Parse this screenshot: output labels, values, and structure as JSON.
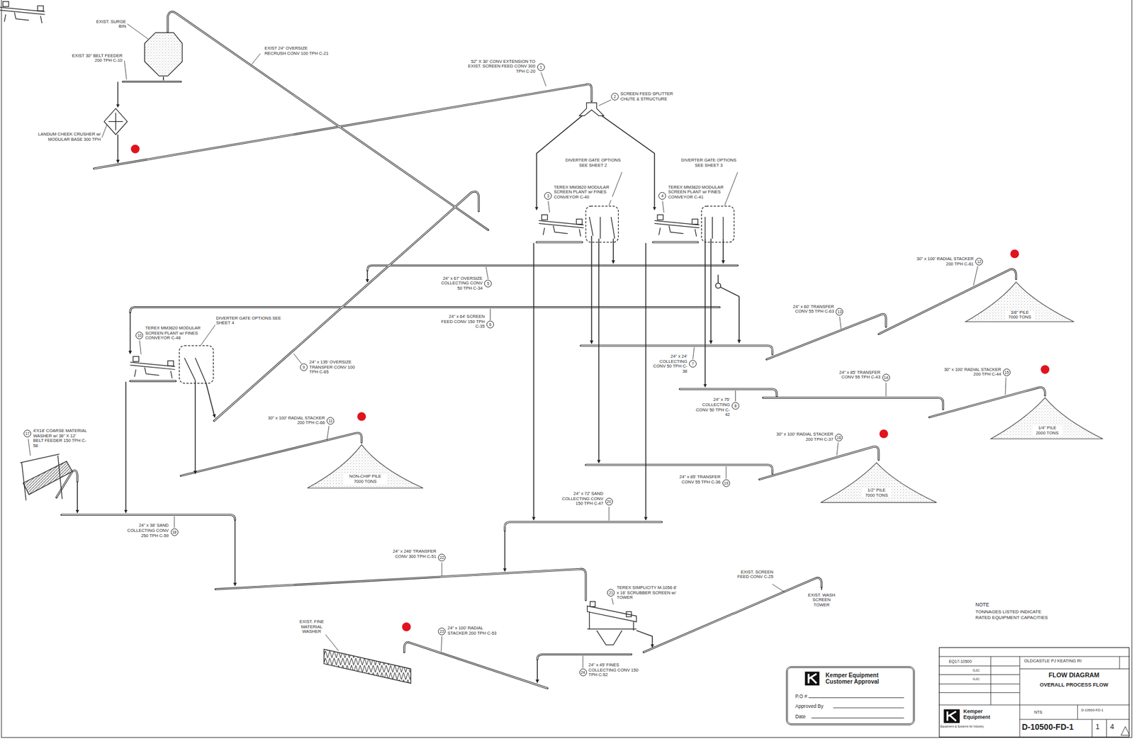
{
  "diagram": {
    "nodes": [
      {
        "text": [
          "Kemper Equipment Customer Approval",
          "P.O #",
          "Approved By",
          "Date"
        ]
      },
      {
        "text": [
          "EQ17-10500",
          "OLDCASTLE PJ KEATING RI",
          "GJC",
          "GJC",
          "FLOW DIAGRAM",
          "OVERALL PROCESS FLOW",
          "Kemper Equipment",
          "Equipment & Systems for Industry",
          "NTS",
          "D-10500-FD-1",
          "D-10500-FD-1",
          "1",
          "4"
        ]
      }
    ],
    "labels": [
      "EXIST. SURGE BIN",
      "EXIST 30\" BELT FEEDER 200 TPH C-10",
      "EXIST 24\" OVERSIZE RECRUSH CONV 100 TPH C-21",
      "LANDUM CHEEK CRUSHER w/ MODULAR BASE 300 TPH",
      "52\" X 30' CONV EXTENSION TO EXIST. SCREEN FEED CONV 300 TPH C-20",
      "1",
      "SCREEN FEED SPLITTER CHUTE & STRUCTURE",
      "2",
      "DIVERTER GATE OPTIONS SEE SHEET 2",
      "DIVERTER GATE OPTIONS SEE SHEET 3",
      "TEREX MM3620 MODULAR SCREEN PLANT w/ FINES CONVEYOR C-40",
      "3",
      "TEREX MM3620 MODULAR SCREEN PLANT w/ FINES CONVEYOR C-41",
      "4",
      "24\" x 67' OVERSIZE COLLECTING CONV 50 TPH C-34",
      "5",
      "24\" x 64' SCREEN FEED CONV 150 TPH C-35",
      "6",
      "TEREX MM3620 MODULAR SCREEN PLANT w/ FINES CONVEYOR C-48",
      "10",
      "DIVERTER GATE OPTIONS SEE SHEET 4",
      "24\" x 135' OVERSIZE TRANSFER CONV 100 TPH C-65",
      "9",
      "30\" x 100' RADIAL STACKER 200 TPH C-66",
      "11",
      "NON-CHIP PILE 7000 TONS",
      "4'X18' COARSE MATERIAL WASHER w/ 36\" X 12' BELT FEEDER 150 TPH C-58",
      "17",
      "24\" x 38' SAND COLLECTING CONV 250 TPH C-59",
      "18",
      "24\" x 60' TRANSFER CONV 55 TPH C-63",
      "13",
      "30\" x 100' RADIAL STACKER 200 TPH C-61",
      "12",
      "3/8\" PILE 7000 TONS",
      "24\" x 24' COLLECTING CONV 50 TPH C-38",
      "7",
      "24\" x 85' TRANSFER CONV 55 TPH C-43",
      "14",
      "30\" x 100' RADIAL STACKER 200 TPH C-44",
      "15",
      "1/4\" PILE 2000 TONS",
      "24\" x 75' COLLECTING CONV 50 TPH C-42",
      "8",
      "30\" x 100' RADIAL STACKER 200 TPH C-37",
      "16",
      "1/2\" PILE 7000 TONS",
      "24\" x 85' TRANSFER CONV 55 TPH C-36",
      "19",
      "24\" x 72' SAND COLLECTING CONV 150 TPH C-47",
      "20",
      "24\" x 246' TRANSFER CONV 300 TPH C-51",
      "22",
      "TEREX SIMPLICITY M-1056 8' x 16' SCRUBBER SCREEN w/ TOWER",
      "21",
      "EXIST. SCREEN FEED CONV C-25",
      "EXIST. WASH SCREEN TOWER",
      "EXIST. FINE MATERIAL WASHER",
      "24\" x 100' RADIAL STACKER 200 TPH C-53",
      "23",
      "24\" x 45' FINES COLLECTING CONV 150 TPH C-52",
      "24",
      "NOTE",
      "TONNAGES LISTED INDICATE RATED EQUIPMENT CAPACITIES"
    ]
  }
}
